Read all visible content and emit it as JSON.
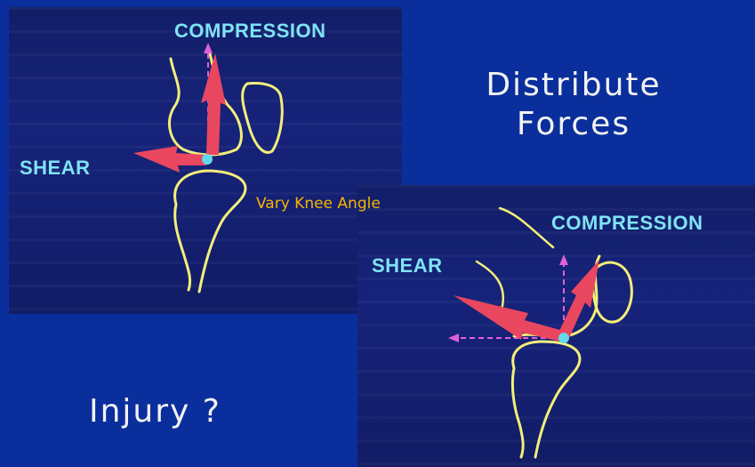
{
  "slide": {
    "heading_line1": "Distribute",
    "heading_line2": "Forces",
    "question": "Injury ?",
    "caption": "Vary Knee Angle"
  },
  "panel_top": {
    "compression_label": "COMPRESSION",
    "shear_label": "SHEAR"
  },
  "panel_bottom": {
    "compression_label": "COMPRESSION",
    "shear_label": "SHEAR"
  },
  "colors": {
    "background": "#0a2f9c",
    "panel": "#16237a",
    "label": "#7fe3f3",
    "outline": "#f4ee7a",
    "force_arrow": "#e8475f",
    "component_arrow": "#e060d8",
    "contact_point": "#63d9ee",
    "caption": "#f7b500"
  }
}
